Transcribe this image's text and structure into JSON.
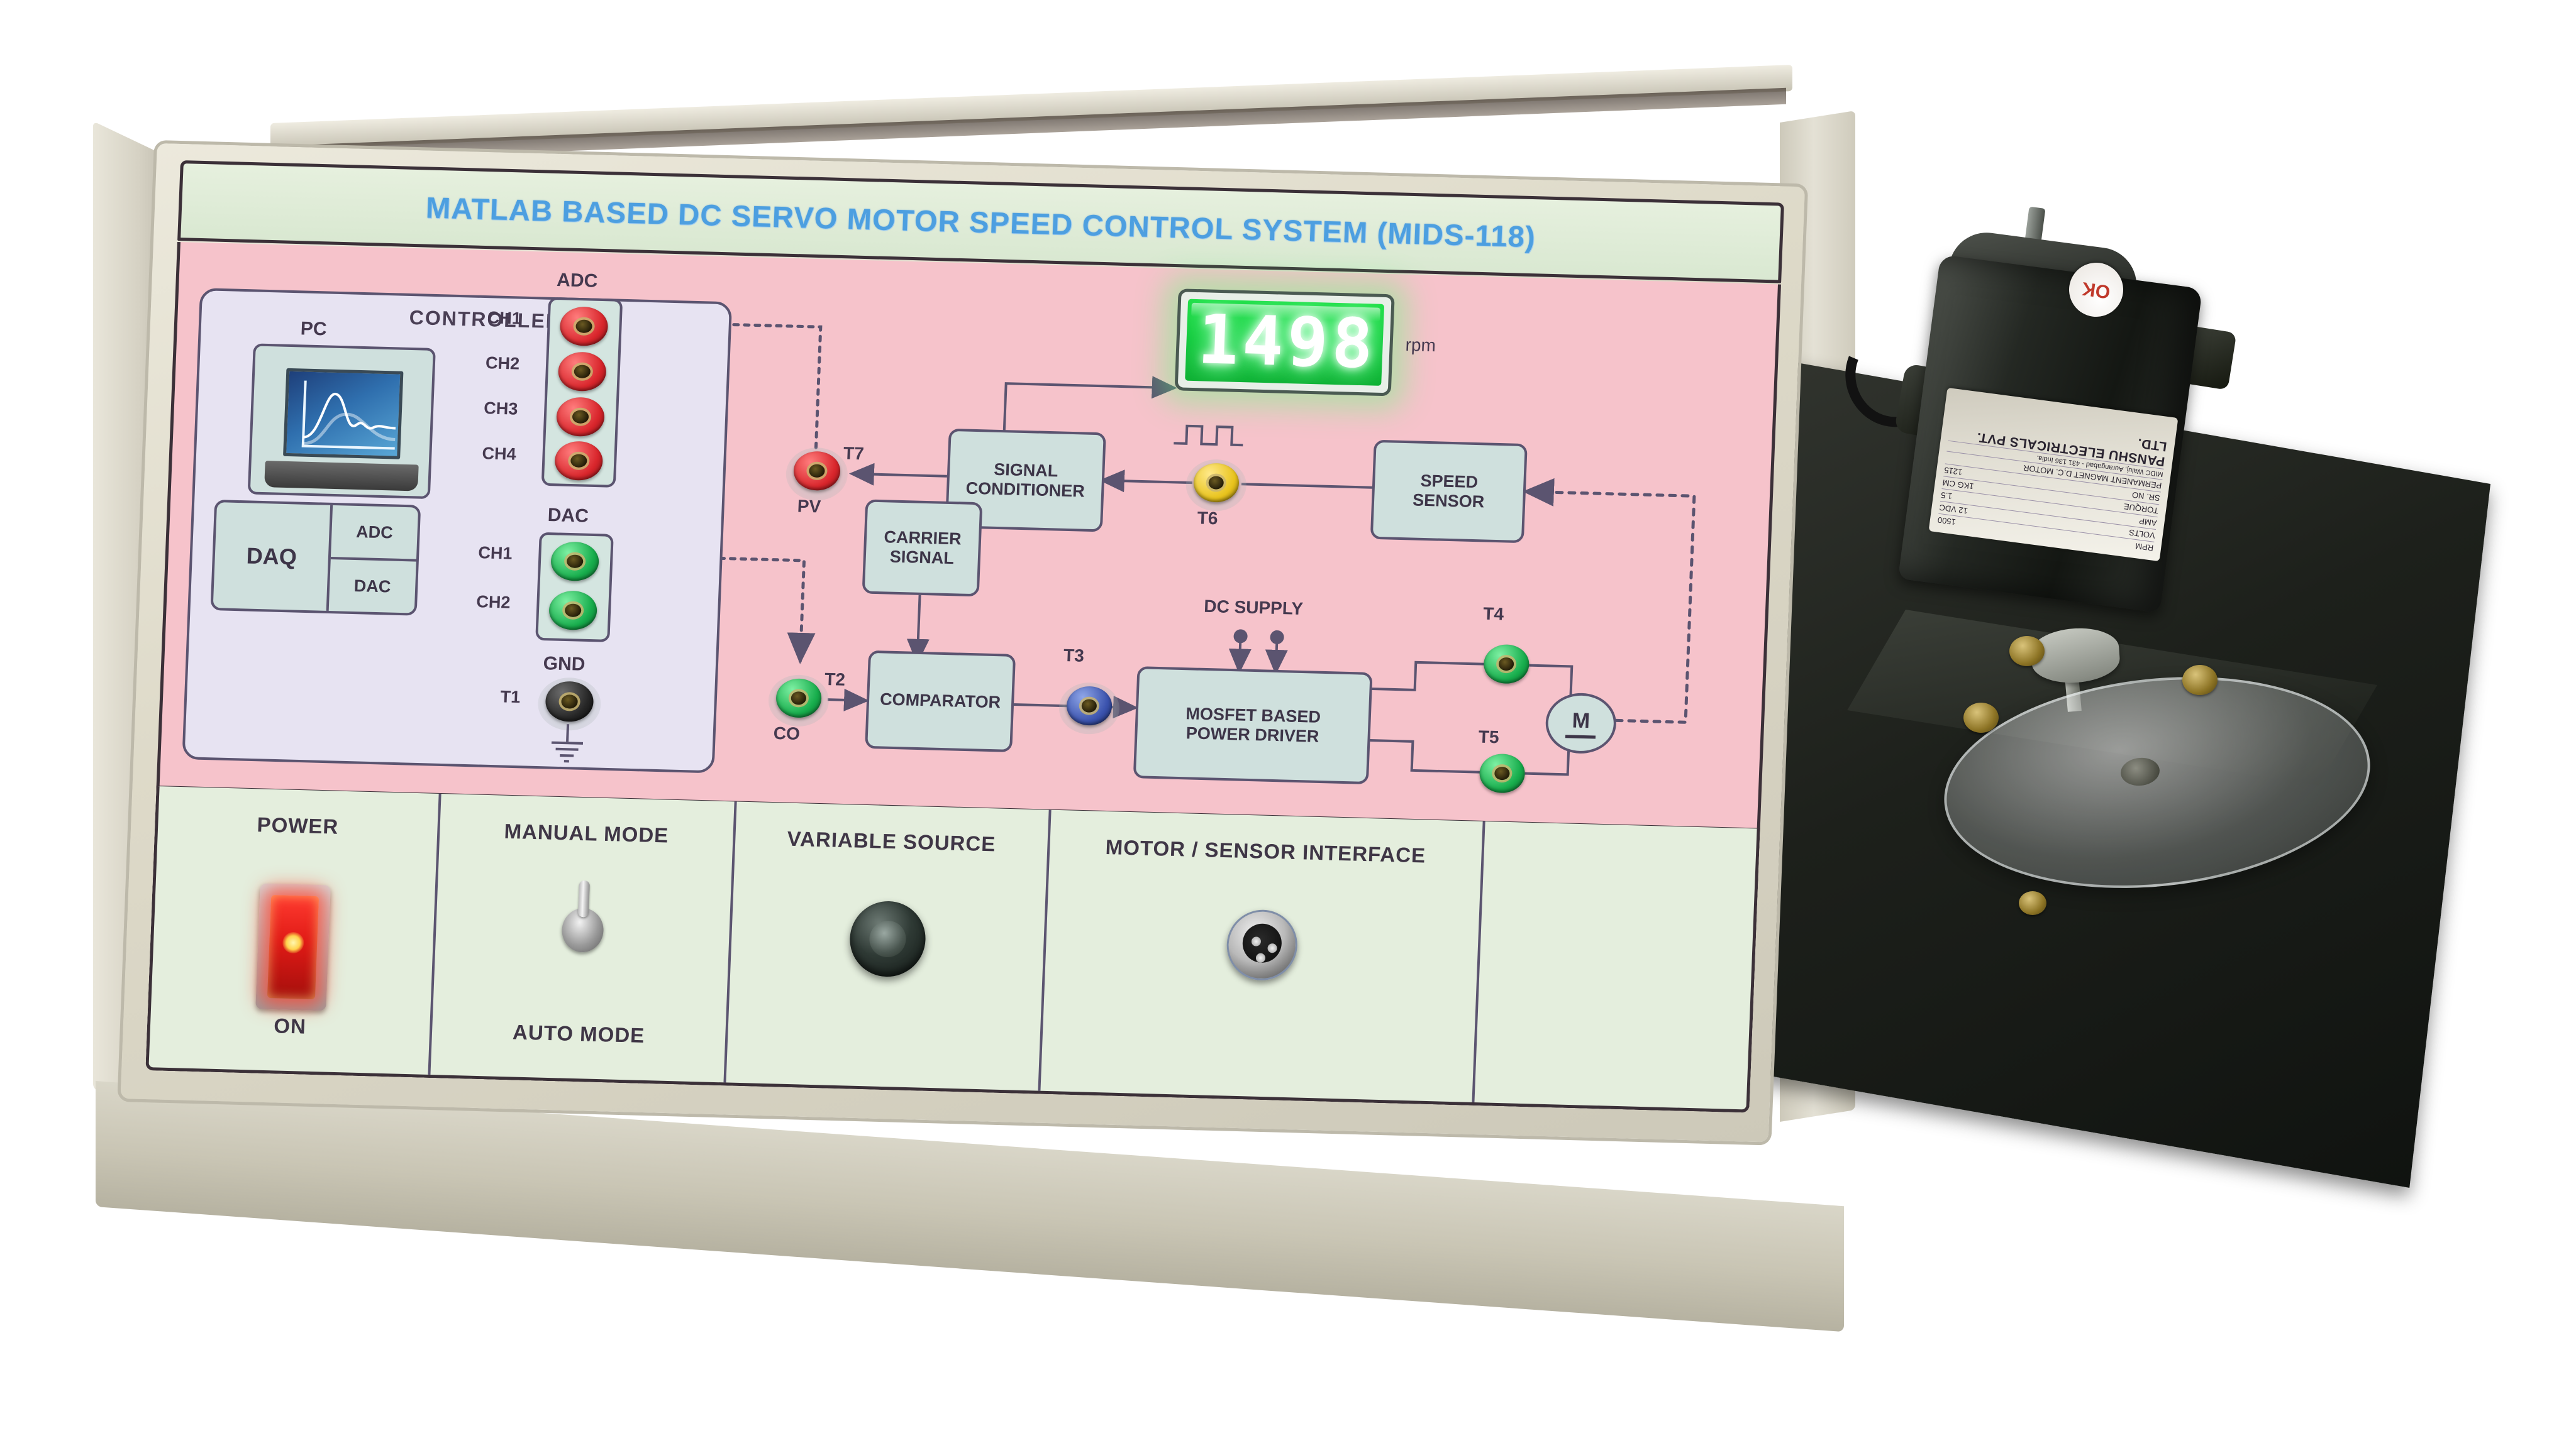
{
  "device": {
    "title": "MATLAB BASED DC SERVO MOTOR SPEED CONTROL SYSTEM (MIDS-118)",
    "accent_title_color": "#4d9fe0",
    "panel_pink": "#f6c3cb",
    "panel_green": "#e4eedd",
    "controller_inset_color": "#e7e3f2",
    "block_fill": "#cfe0dd",
    "outline": "#5b5470"
  },
  "diagram": {
    "controller_label": "CONTROLLER",
    "pc_label": "PC",
    "daq": {
      "name": "DAQ",
      "adc": "ADC",
      "dac": "DAC"
    },
    "adc_strip": {
      "title": "ADC",
      "channels": [
        "CH1",
        "CH2",
        "CH3",
        "CH4"
      ],
      "jack_color": "red"
    },
    "dac_strip": {
      "title": "DAC",
      "channels": [
        "CH1",
        "CH2"
      ],
      "jack_color": "green"
    },
    "gnd": {
      "title": "GND",
      "terminal": "T1",
      "jack_color": "black"
    },
    "blocks": {
      "signal_conditioner": "SIGNAL\nCONDITIONER",
      "signal_conditioner_l1": "SIGNAL",
      "signal_conditioner_l2": "CONDITIONER",
      "speed_sensor_l1": "SPEED",
      "speed_sensor_l2": "SENSOR",
      "carrier_signal_l1": "CARRIER",
      "carrier_signal_l2": "SIGNAL",
      "comparator": "COMPARATOR",
      "power_driver_l1": "MOSFET BASED",
      "power_driver_l2": "POWER DRIVER",
      "motor_symbol": "M"
    },
    "dc_supply_label": "DC SUPPLY",
    "test_points": [
      {
        "id": "T1",
        "label": "GND",
        "color": "black"
      },
      {
        "id": "T2",
        "label": "CO",
        "color": "green"
      },
      {
        "id": "T3",
        "label": "",
        "color": "blue"
      },
      {
        "id": "T4",
        "label": "",
        "color": "green"
      },
      {
        "id": "T5",
        "label": "",
        "color": "green"
      },
      {
        "id": "T6",
        "label": "",
        "color": "yellow"
      },
      {
        "id": "T7",
        "label": "PV",
        "color": "red"
      }
    ],
    "display": {
      "value": "1498",
      "unit": "rpm",
      "color": "#12c93c"
    }
  },
  "control_panel": {
    "cells": [
      {
        "title": "POWER",
        "sub": "ON",
        "control": "rocker-switch"
      },
      {
        "title": "MANUAL MODE",
        "sub": "AUTO MODE",
        "control": "toggle-switch"
      },
      {
        "title": "VARIABLE SOURCE",
        "sub": "",
        "control": "rotary-knob"
      },
      {
        "title": "MOTOR / SENSOR INTERFACE",
        "sub": "",
        "control": "din-connector"
      },
      {
        "title": "",
        "sub": "",
        "control": "none"
      }
    ]
  },
  "motor_unit": {
    "sticker": "OK",
    "nameplate": {
      "brand": "PANSHU ELECTRICALS PVT. LTD.",
      "address": "MIDC Waluj, Aurangabad - 431 136 India.",
      "type": "PERMANENT MAGNET D.C. MOTOR",
      "rows": [
        {
          "key": "RPM",
          "value": "1500"
        },
        {
          "key": "VOLTS",
          "value": "12 VDC"
        },
        {
          "key": "AMP",
          "value": "1.5"
        },
        {
          "key": "TORQUE",
          "value": "1KG CM"
        },
        {
          "key": "SR. NO",
          "value": "1215"
        }
      ]
    }
  }
}
